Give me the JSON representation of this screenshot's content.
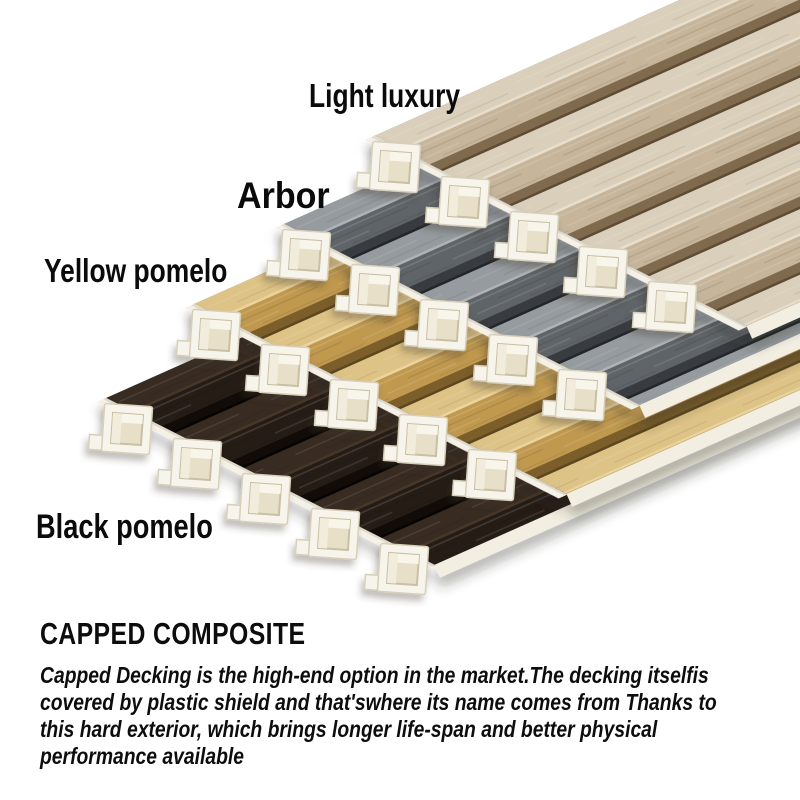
{
  "image_type": "product-display-photo",
  "background": "#ffffff",
  "panels": [
    {
      "id": "light-luxury",
      "label": "Light luxury",
      "colors": {
        "rib_top": "#c6b59a",
        "rib_side": "#7f6a4e",
        "rib_shadow": "#5e4b35",
        "groove": "#d9cfbb",
        "groove_hi": "#e8dfcd"
      }
    },
    {
      "id": "arbor",
      "label": "Arbor",
      "colors": {
        "rib_top": "#5f6468",
        "rib_side": "#383c41",
        "rib_shadow": "#222529",
        "groove": "#969b9f",
        "groove_hi": "#aeb3b6"
      }
    },
    {
      "id": "yellow-pomelo",
      "label": "Yellow pomelo",
      "colors": {
        "rib_top": "#c0994f",
        "rib_side": "#7c5e2a",
        "rib_shadow": "#5c461e",
        "groove": "#dec386",
        "groove_hi": "#ead5a0"
      }
    },
    {
      "id": "black-pomelo",
      "label": "Black pomelo",
      "colors": {
        "rib_top": "#251c15",
        "rib_side": "#110c08",
        "rib_shadow": "#060403",
        "groove": "#382b21",
        "groove_hi": "#473729"
      }
    }
  ],
  "materials": {
    "bg": "#ffffff",
    "tube_face": "#f7f4ec",
    "tube_edge": "#d7cfba",
    "tube_inner": "#e8dfc9",
    "tube_inner_edge": "#c9bfa5",
    "tube_hi": "#f8f5ea",
    "tube_hi2": "#f1ecdc",
    "lip": "#f5f1e7",
    "side_band": "#f2eee2"
  },
  "caption": {
    "heading": "CAPPED COMPOSITE",
    "lines": [
      "Capped Decking is the high-end option in the market.The decking itselfis",
      "covered by plastic shield and that'swhere its name comes from Thanks to",
      "this hard exterior, which brings longer life-span and better physical",
      "performance available"
    ]
  }
}
